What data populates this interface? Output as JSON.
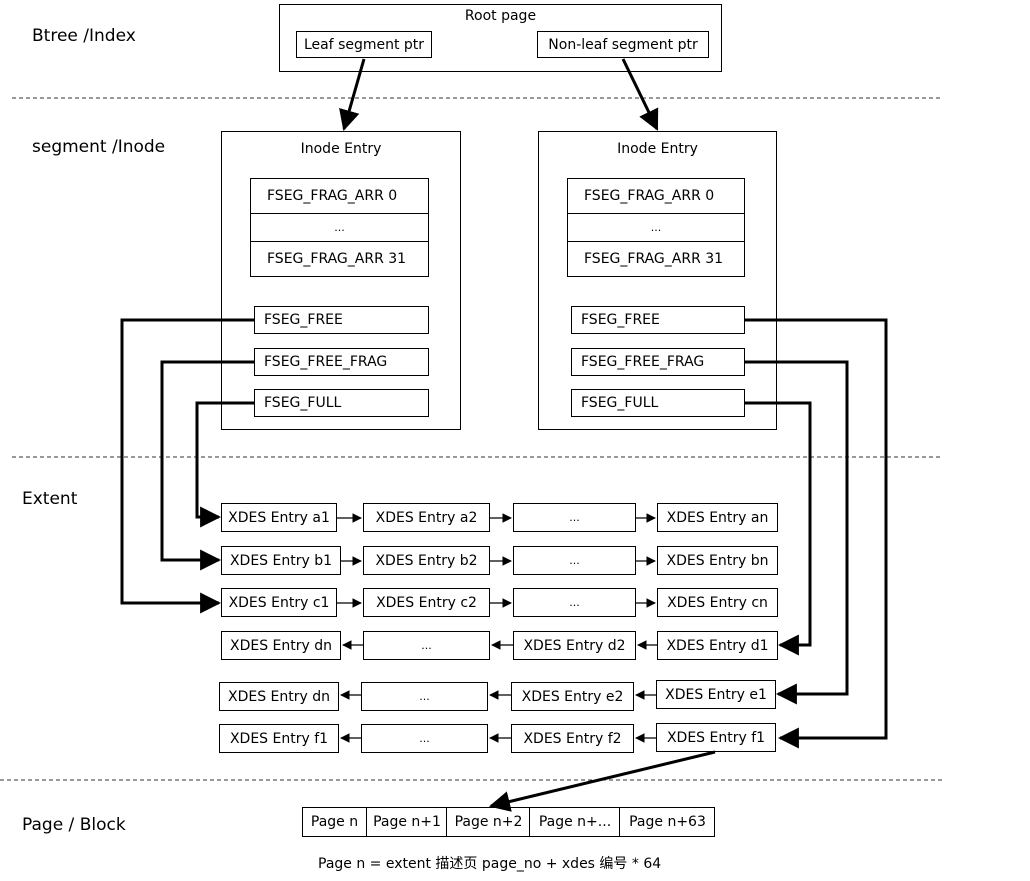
{
  "layers": {
    "btree": "Btree /Index",
    "segment": "segment /Inode",
    "extent": "Extent",
    "page": "Page / Block"
  },
  "root": {
    "title": "Root page",
    "leaf_ptr": "Leaf segment ptr",
    "nonleaf_ptr": "Non-leaf segment ptr"
  },
  "inodes": [
    {
      "title": "Inode Entry",
      "frag_first": "FSEG_FRAG_ARR 0",
      "frag_mid": "...",
      "frag_last": "FSEG_FRAG_ARR 31",
      "free": "FSEG_FREE",
      "free_frag": "FSEG_FREE_FRAG",
      "full": "FSEG_FULL"
    },
    {
      "title": "Inode Entry",
      "frag_first": "FSEG_FRAG_ARR 0",
      "frag_mid": "...",
      "frag_last": "FSEG_FRAG_ARR 31",
      "free": "FSEG_FREE",
      "free_frag": "FSEG_FREE_FRAG",
      "full": "FSEG_FULL"
    }
  ],
  "xdes_rows": [
    [
      "XDES Entry a1",
      "XDES Entry  a2",
      "...",
      "XDES Entry an"
    ],
    [
      "XDES Entry b1",
      "XDES Entry  b2",
      "...",
      "XDES Entry bn"
    ],
    [
      "XDES Entry c1",
      "XDES Entry  c2",
      "...",
      "XDES Entry cn"
    ],
    [
      "XDES Entry dn",
      "...",
      "XDES Entry  d2",
      "XDES Entry d1"
    ],
    [
      "XDES Entry dn",
      "...",
      "XDES Entry  e2",
      "XDES Entry e1"
    ],
    [
      "XDES Entry f1",
      "...",
      "XDES Entry  f2",
      "XDES Entry f1"
    ]
  ],
  "pages": [
    "Page n",
    "Page n+1",
    "Page n+2",
    "Page n+...",
    "Page n+63"
  ],
  "formula": "Page n = extent 描述页 page_no + xdes 编号 * 64"
}
